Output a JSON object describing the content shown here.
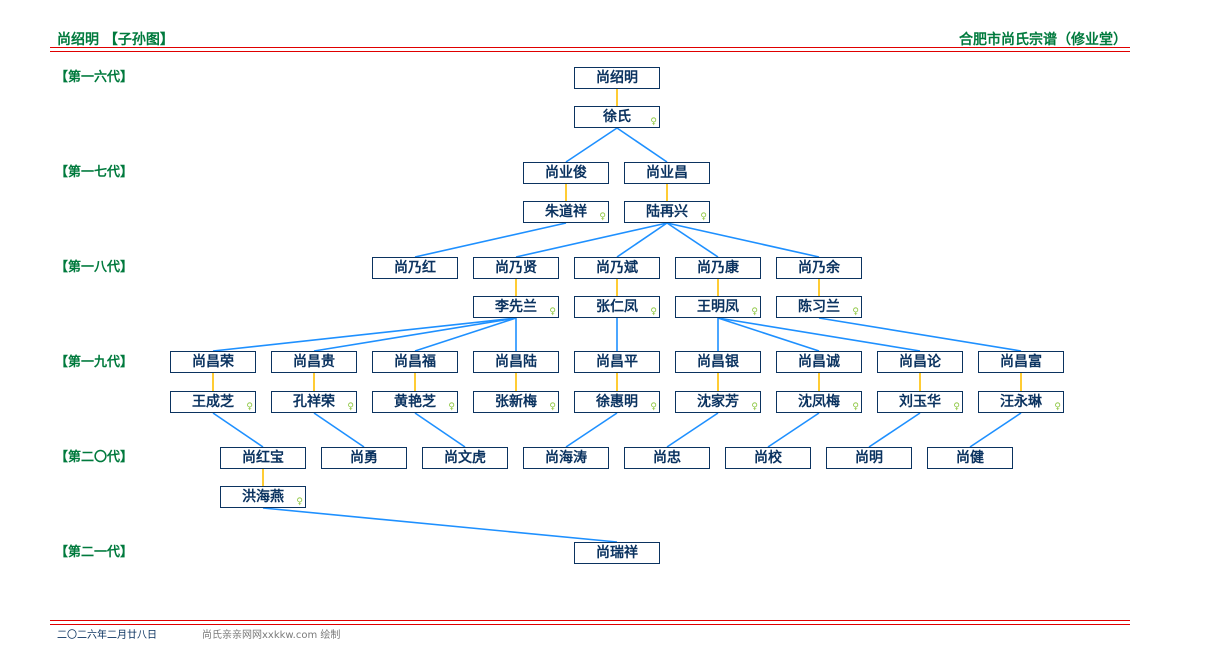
{
  "header": {
    "title": "尚绍明 【子孙图】",
    "right_title": "合肥市尚氏宗谱（修业堂）"
  },
  "generations": [
    "【第一六代】",
    "【第一七代】",
    "【第一八代】",
    "【第一九代】",
    "【第二〇代】",
    "【第二一代】"
  ],
  "female_symbol": "♀",
  "persons": [
    {
      "id": "p1",
      "name": "尚绍明"
    },
    {
      "id": "s1",
      "name": "徐氏",
      "spouse": true
    },
    {
      "id": "p2",
      "name": "尚业俊"
    },
    {
      "id": "s2",
      "name": "朱道祥",
      "spouse": true
    },
    {
      "id": "p3",
      "name": "尚业昌"
    },
    {
      "id": "s3",
      "name": "陆再兴",
      "spouse": true
    },
    {
      "id": "p4",
      "name": "尚乃红"
    },
    {
      "id": "p5",
      "name": "尚乃贤"
    },
    {
      "id": "s5",
      "name": "李先兰",
      "spouse": true
    },
    {
      "id": "p6",
      "name": "尚乃斌"
    },
    {
      "id": "s6",
      "name": "张仁凤",
      "spouse": true
    },
    {
      "id": "p7",
      "name": "尚乃康"
    },
    {
      "id": "s7",
      "name": "王明凤",
      "spouse": true
    },
    {
      "id": "p8",
      "name": "尚乃余"
    },
    {
      "id": "s8",
      "name": "陈习兰",
      "spouse": true
    },
    {
      "id": "p9",
      "name": "尚昌荣"
    },
    {
      "id": "s9",
      "name": "王成芝",
      "spouse": true
    },
    {
      "id": "p10",
      "name": "尚昌贵"
    },
    {
      "id": "s10",
      "name": "孔祥荣",
      "spouse": true
    },
    {
      "id": "p11",
      "name": "尚昌福"
    },
    {
      "id": "s11",
      "name": "黄艳芝",
      "spouse": true
    },
    {
      "id": "p12",
      "name": "尚昌陆"
    },
    {
      "id": "s12",
      "name": "张新梅",
      "spouse": true
    },
    {
      "id": "p13",
      "name": "尚昌平"
    },
    {
      "id": "s13",
      "name": "徐惠明",
      "spouse": true
    },
    {
      "id": "p14",
      "name": "尚昌银"
    },
    {
      "id": "s14",
      "name": "沈家芳",
      "spouse": true
    },
    {
      "id": "p15",
      "name": "尚昌诚"
    },
    {
      "id": "s15",
      "name": "沈凤梅",
      "spouse": true
    },
    {
      "id": "p16",
      "name": "尚昌论"
    },
    {
      "id": "s16",
      "name": "刘玉华",
      "spouse": true
    },
    {
      "id": "p17",
      "name": "尚昌富"
    },
    {
      "id": "s17",
      "name": "汪永琳",
      "spouse": true
    },
    {
      "id": "p18",
      "name": "尚红宝"
    },
    {
      "id": "s18",
      "name": "洪海燕",
      "spouse": true
    },
    {
      "id": "p19",
      "name": "尚勇"
    },
    {
      "id": "p20",
      "name": "尚文虎"
    },
    {
      "id": "p21",
      "name": "尚海涛"
    },
    {
      "id": "p22",
      "name": "尚忠"
    },
    {
      "id": "p23",
      "name": "尚校"
    },
    {
      "id": "p24",
      "name": "尚明"
    },
    {
      "id": "p25",
      "name": "尚健"
    },
    {
      "id": "p26",
      "name": "尚瑞祥"
    }
  ],
  "marriages": [
    [
      "p1",
      "s1"
    ],
    [
      "p2",
      "s2"
    ],
    [
      "p3",
      "s3"
    ],
    [
      "p5",
      "s5"
    ],
    [
      "p6",
      "s6"
    ],
    [
      "p7",
      "s7"
    ],
    [
      "p8",
      "s8"
    ],
    [
      "p9",
      "s9"
    ],
    [
      "p10",
      "s10"
    ],
    [
      "p11",
      "s11"
    ],
    [
      "p12",
      "s12"
    ],
    [
      "p13",
      "s13"
    ],
    [
      "p14",
      "s14"
    ],
    [
      "p15",
      "s15"
    ],
    [
      "p16",
      "s16"
    ],
    [
      "p17",
      "s17"
    ],
    [
      "p18",
      "s18"
    ]
  ],
  "descent": [
    [
      "s1",
      "p2"
    ],
    [
      "s1",
      "p3"
    ],
    [
      "s2",
      "p4"
    ],
    [
      "s3",
      "p5"
    ],
    [
      "s3",
      "p6"
    ],
    [
      "s3",
      "p7"
    ],
    [
      "s3",
      "p8"
    ],
    [
      "s5",
      "p9"
    ],
    [
      "s5",
      "p10"
    ],
    [
      "s5",
      "p11"
    ],
    [
      "s5",
      "p12"
    ],
    [
      "s6",
      "p13"
    ],
    [
      "s7",
      "p14"
    ],
    [
      "s7",
      "p15"
    ],
    [
      "s7",
      "p16"
    ],
    [
      "s8",
      "p17"
    ],
    [
      "s9",
      "p18"
    ],
    [
      "s10",
      "p19"
    ],
    [
      "s11",
      "p20"
    ],
    [
      "s13",
      "p21"
    ],
    [
      "s14",
      "p22"
    ],
    [
      "s15",
      "p23"
    ],
    [
      "s16",
      "p24"
    ],
    [
      "s17",
      "p25"
    ],
    [
      "s18",
      "p26"
    ]
  ],
  "colors": {
    "line": "#1e90ff",
    "marriage": "#ffc000",
    "box": "#0b3360",
    "title": "#007a3d",
    "rule": "#e00000"
  },
  "footer": {
    "date": "二〇二六年二月廿八日",
    "credit": "尚氏亲亲网网xxkkw.com 绘制"
  }
}
